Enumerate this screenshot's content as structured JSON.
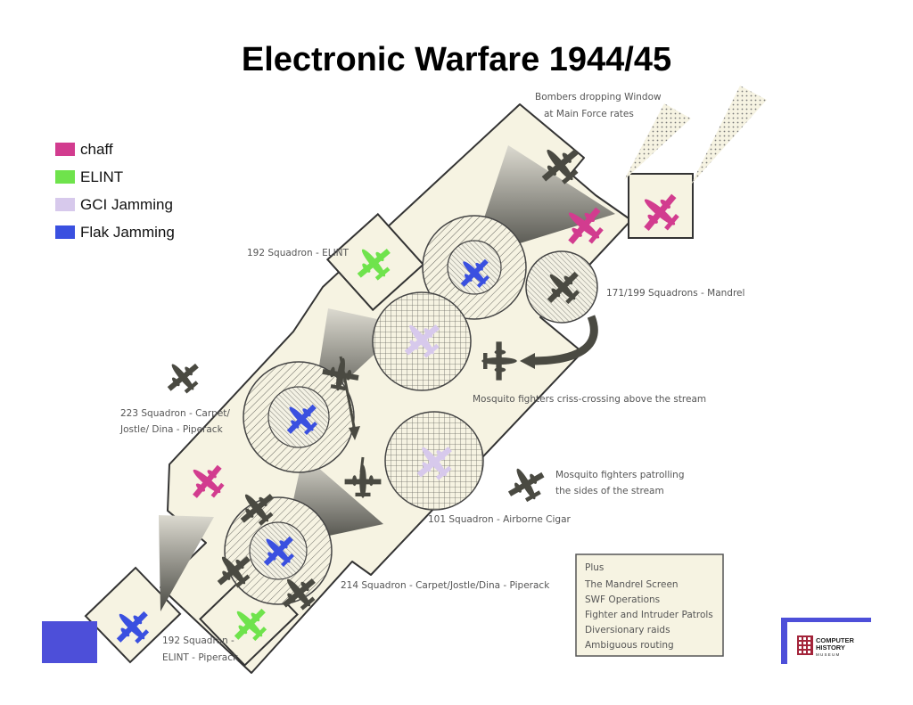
{
  "title": "Electronic Warfare 1944/45",
  "colors": {
    "chaff": "#d23c8f",
    "elint": "#6fe34c",
    "gci_jamming": "#d7c9ec",
    "flak_jamming": "#3a50e0",
    "plane": "#4a4a42",
    "diagram_bg": "#f6f3e2",
    "footer_square": "#4d4fd9",
    "logo_red": "#a3243a"
  },
  "legend": [
    {
      "label": "chaff",
      "color": "#d23c8f"
    },
    {
      "label": "ELINT",
      "color": "#6fe34c"
    },
    {
      "label": "GCI Jamming",
      "color": "#d7c9ec"
    },
    {
      "label": "Flak Jamming",
      "color": "#3a50e0"
    }
  ],
  "labels": {
    "bombers_line1": "Bombers dropping Window",
    "bombers_line2": "at Main Force rates",
    "sq192_elint": "192 Squadron - ELINT",
    "sq171_199": "171/199 Squadrons - Mandrel",
    "mosquito_criss": "Mosquito fighters criss-crossing above the stream",
    "sq223_line1": "223 Squadron - Carpet/",
    "sq223_line2": "Jostle/ Dina - Piperack",
    "mosquito_patrol_line1": "Mosquito fighters patrolling",
    "mosquito_patrol_line2": "the sides of the stream",
    "sq101": "101 Squadron - Airborne Cigar",
    "sq214": "214 Squadron - Carpet/Jostle/Dina - Piperack",
    "sq192_bottom_line1": "192 Squadron -",
    "sq192_bottom_line2": "ELINT - Piperack"
  },
  "plus_box": {
    "heading": "Plus",
    "lines": [
      "The Mandrel Screen",
      "SWF Operations",
      "Fighter and Intruder Patrols",
      "Diversionary raids",
      "Ambiguous routing"
    ]
  },
  "logo": {
    "line1": "COMPUTER",
    "line2": "HISTORY",
    "line3": "M U S E U M"
  }
}
